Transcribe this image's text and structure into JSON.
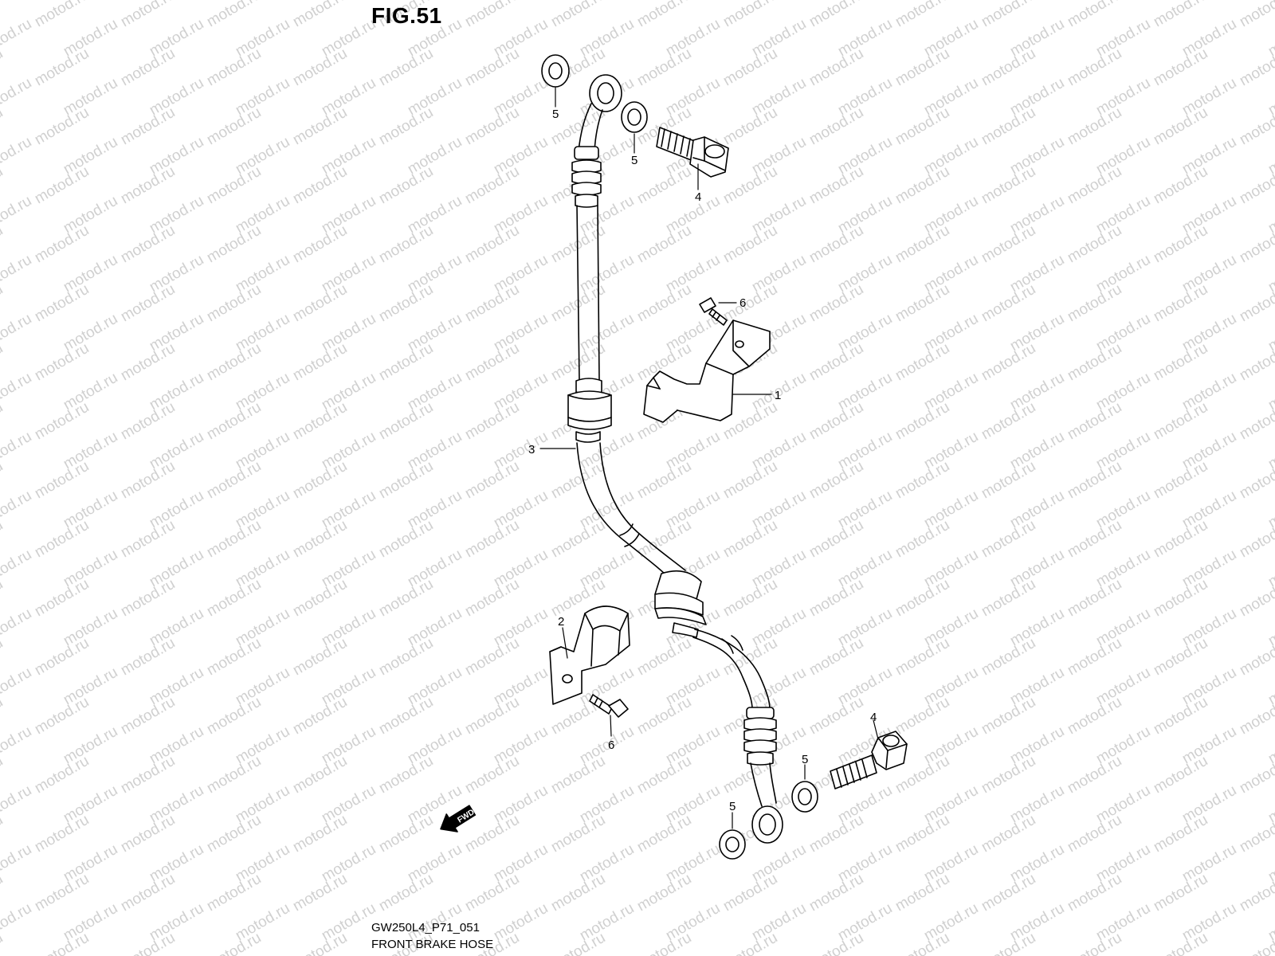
{
  "figure": {
    "title": "FIG.51",
    "code": "GW250L4_P71_051",
    "name": "FRONT BRAKE HOSE"
  },
  "watermark": {
    "text": "motod.ru",
    "color": "#d0d0d0"
  },
  "direction_arrow": {
    "text": "FWD"
  },
  "callouts": [
    {
      "id": "callout-1",
      "label": "1"
    },
    {
      "id": "callout-2",
      "label": "2"
    },
    {
      "id": "callout-3",
      "label": "3"
    },
    {
      "id": "callout-4-top",
      "label": "4"
    },
    {
      "id": "callout-4-bottom",
      "label": "4"
    },
    {
      "id": "callout-5-top-left",
      "label": "5"
    },
    {
      "id": "callout-5-top-right",
      "label": "5"
    },
    {
      "id": "callout-5-bottom-left",
      "label": "5"
    },
    {
      "id": "callout-5-bottom-right",
      "label": "5"
    },
    {
      "id": "callout-6-top",
      "label": "6"
    },
    {
      "id": "callout-6-bottom",
      "label": "6"
    }
  ],
  "colors": {
    "line": "#000000",
    "background": "#ffffff"
  }
}
